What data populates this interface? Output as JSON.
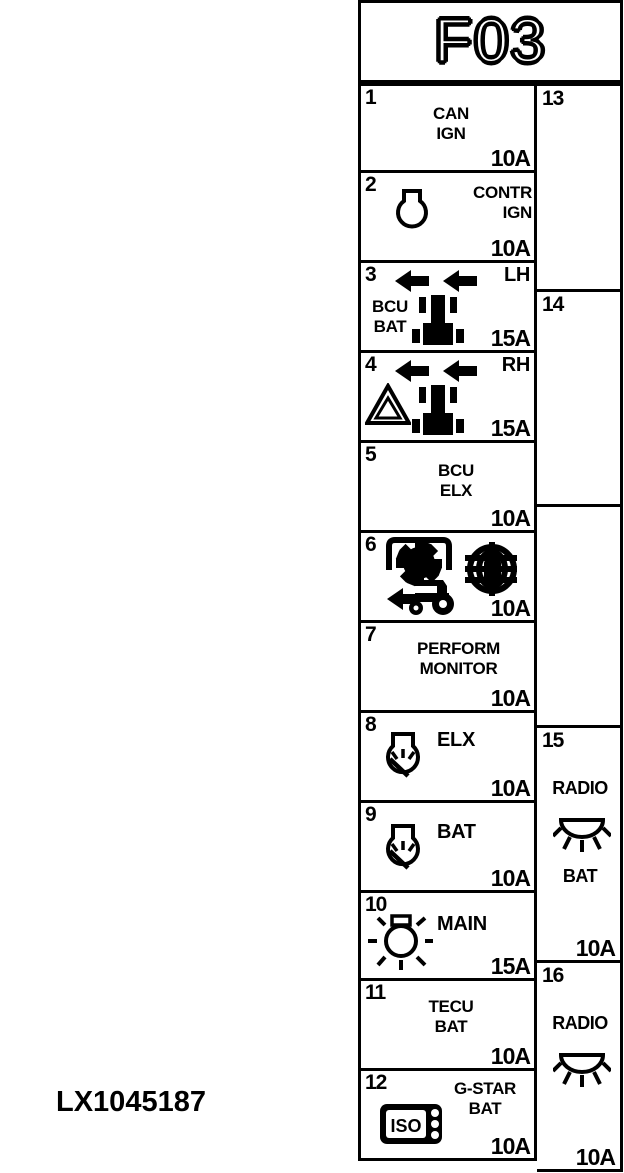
{
  "part_number": "LX1045187",
  "panel": {
    "title": "F03"
  },
  "units": {
    "amp_10": "10A",
    "amp_15": "15A"
  },
  "left_column": [
    {
      "number": "1",
      "lines": [
        "CAN",
        "IGN"
      ],
      "rating": "10A",
      "icon": "none"
    },
    {
      "number": "2",
      "lines": [
        "CONTR",
        "IGN"
      ],
      "rating": "10A",
      "icon": "bulb-plain-icon"
    },
    {
      "number": "3",
      "lines": [
        "BCU",
        "BAT"
      ],
      "rating": "15A",
      "icon": "turn-signal-left-icon",
      "side": "LH"
    },
    {
      "number": "4",
      "lines": [],
      "rating": "15A",
      "icon": "hazard-warning-icon",
      "side": "RH"
    },
    {
      "number": "5",
      "lines": [
        "BCU",
        "ELX"
      ],
      "rating": "10A",
      "icon": "none"
    },
    {
      "number": "6",
      "lines": [],
      "rating": "10A",
      "icon": "tractor-implement-lock-icon"
    },
    {
      "number": "7",
      "lines": [
        "PERFORM",
        "MONITOR"
      ],
      "rating": "10A",
      "icon": "none"
    },
    {
      "number": "8",
      "lines": [
        "ELX"
      ],
      "rating": "10A",
      "icon": "work-lamp-icon"
    },
    {
      "number": "9",
      "lines": [
        "BAT"
      ],
      "rating": "10A",
      "icon": "work-lamp-icon"
    },
    {
      "number": "10",
      "lines": [
        "MAIN"
      ],
      "rating": "15A",
      "icon": "head-lamp-icon"
    },
    {
      "number": "11",
      "lines": [
        "TECU",
        "BAT"
      ],
      "rating": "10A",
      "icon": "none"
    },
    {
      "number": "12",
      "lines": [
        "G-STAR",
        "BAT"
      ],
      "rating": "10A",
      "icon": "iso-connector-icon"
    }
  ],
  "right_column": [
    {
      "number": "13",
      "lines": [],
      "rating": "",
      "icon": "none"
    },
    {
      "number": "14",
      "lines": [],
      "rating": "",
      "icon": "none"
    },
    {
      "number": "15",
      "lines": [
        "RADIO",
        "BAT"
      ],
      "rating": "10A",
      "icon": "dome-lamp-icon"
    },
    {
      "number": "16",
      "lines": [
        "RADIO"
      ],
      "rating": "10A",
      "icon": "dome-lamp-icon"
    }
  ],
  "colors": {
    "ink": "#000000",
    "paper": "#ffffff"
  }
}
